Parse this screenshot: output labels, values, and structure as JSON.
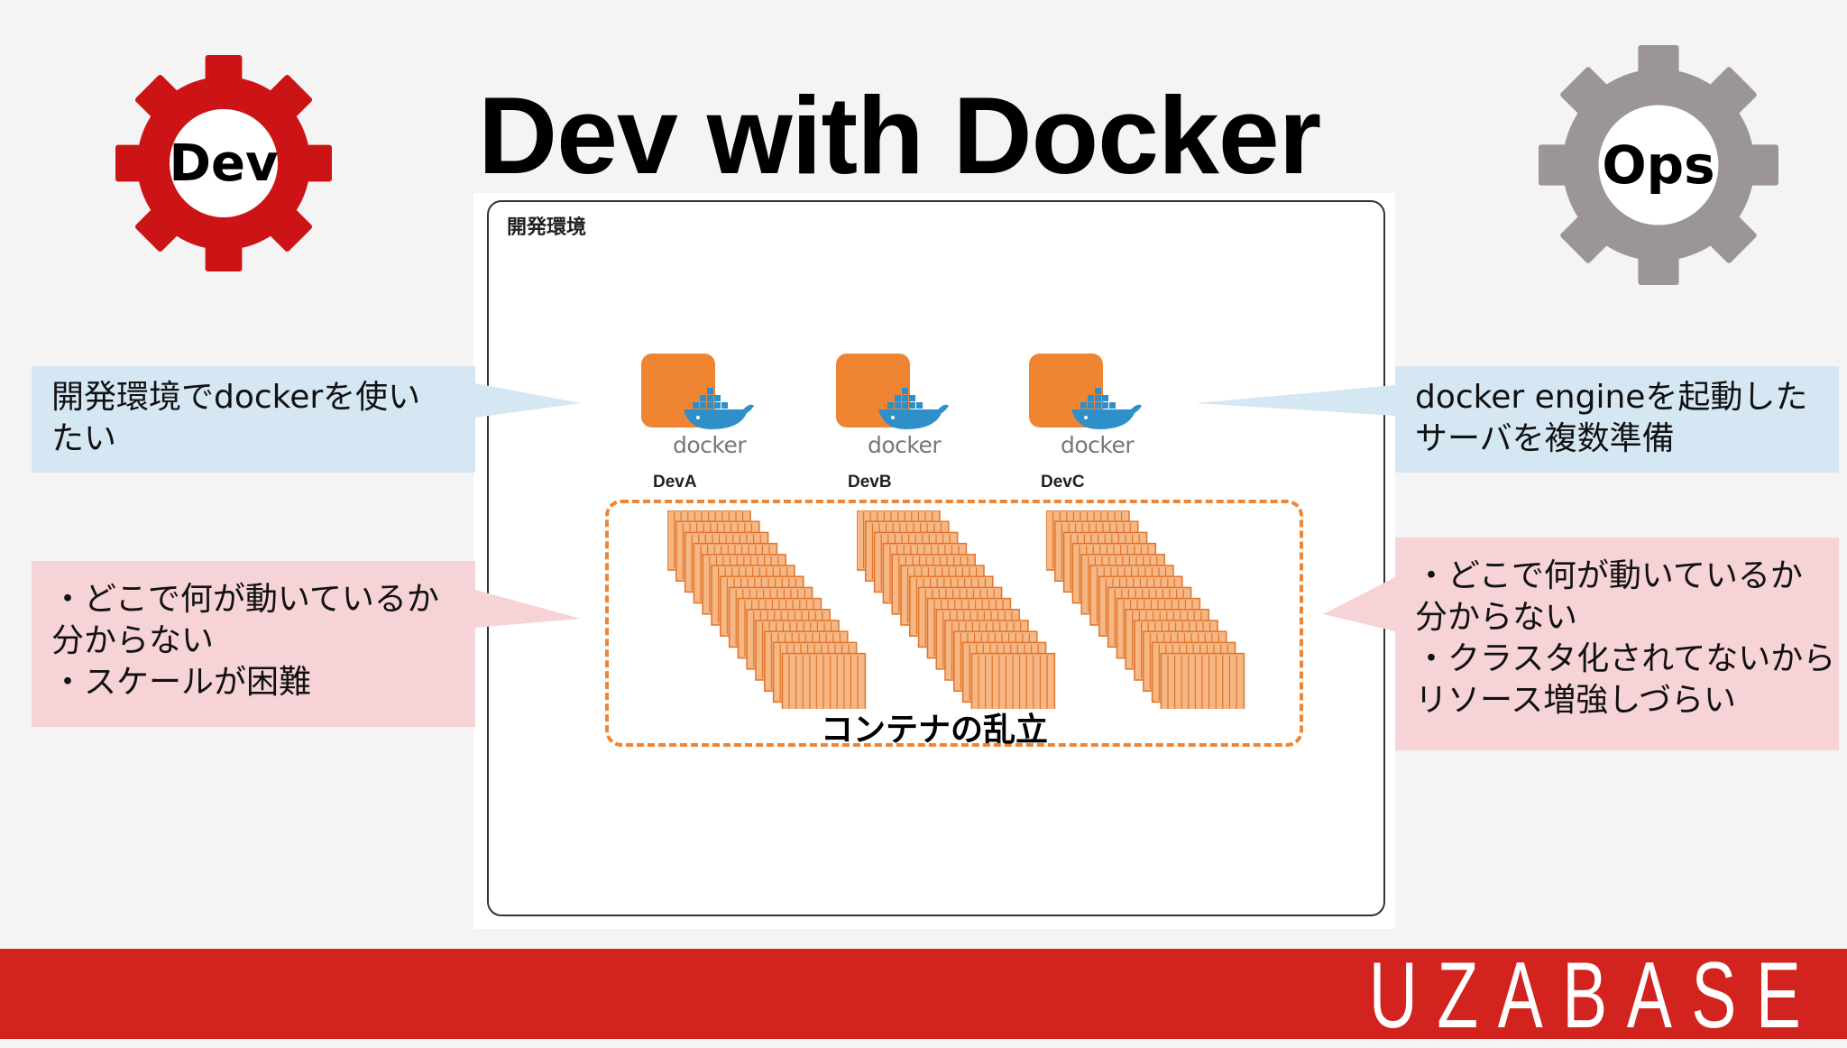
{
  "title": "Dev with Docker",
  "gears": {
    "dev": {
      "label": "Dev",
      "color": "#cc1416"
    },
    "ops": {
      "label": "Ops",
      "color": "#9b9598"
    }
  },
  "diagram": {
    "frame_label": "開発環境",
    "engines": [
      {
        "wordmark": "docker",
        "name": "DevA"
      },
      {
        "wordmark": "docker",
        "name": "DevB"
      },
      {
        "wordmark": "docker",
        "name": "DevC"
      }
    ],
    "container_sprawl_label": "コンテナの乱立",
    "accent_color": "#ef8532"
  },
  "callouts": {
    "dev_wish": [
      "開発環境でdockerを使い",
      "たい"
    ],
    "dev_problems": [
      "・どこで何が動いているか",
      "分からない",
      "・スケールが困難"
    ],
    "ops_action": [
      "docker engineを起動した",
      "サーバを複数準備"
    ],
    "ops_problems": [
      "・どこで何が動いているか",
      "分からない",
      "・クラスタ化されてないから",
      "リソース増強しづらい"
    ]
  },
  "footer": {
    "brand": "UZABASE",
    "color": "#d2231e"
  }
}
